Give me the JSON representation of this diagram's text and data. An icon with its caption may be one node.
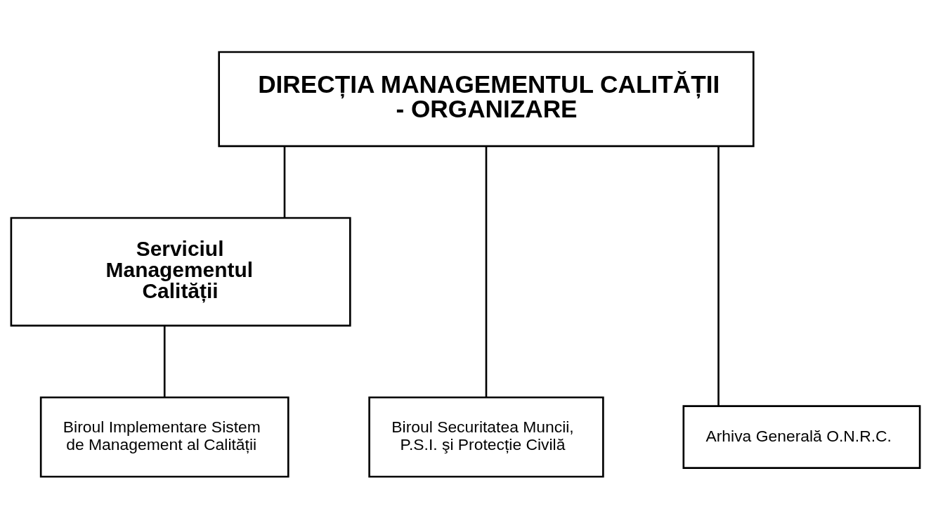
{
  "diagram": {
    "nodes": [
      {
        "text": [
          "DIRECȚIA MANAGEMENTUL CALITĂȚII - ORGANIZARE"
        ]
      },
      {
        "text": [
          "Serviciul Managementul Calității"
        ]
      },
      {
        "text": [
          "Biroul Implementare Sistem de Management al Calității"
        ]
      },
      {
        "text": [
          "Biroul Securitatea Muncii, P.S.I. şi Protecție Civilă"
        ]
      },
      {
        "text": [
          "Arhiva Generală O.N.R.C."
        ]
      }
    ],
    "edges": [
      {
        "from": 0,
        "to": 1,
        "arrow": "none"
      },
      {
        "from": 0,
        "to": 3,
        "arrow": "none"
      },
      {
        "from": 0,
        "to": 4,
        "arrow": "none"
      },
      {
        "from": 1,
        "to": 2,
        "arrow": "none"
      }
    ]
  }
}
